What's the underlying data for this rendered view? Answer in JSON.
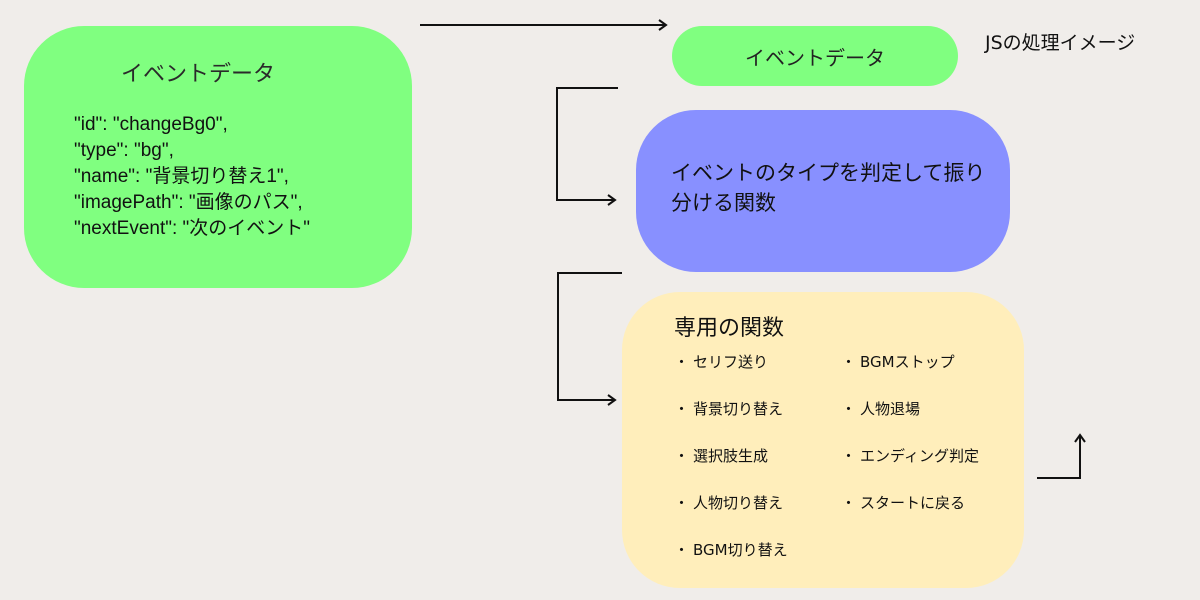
{
  "event_data_box": {
    "title": "イベントデータ",
    "lines": [
      "\"id\": \"changeBg0\",",
      "\"type\": \"bg\",",
      "\"name\": \"背景切り替え1\",",
      "\"imagePath\": \"画像のパス\",",
      "\"nextEvent\": \"次のイベント\""
    ]
  },
  "event_pill": {
    "label": "イベントデータ"
  },
  "js_label": "JSの処理イメージ",
  "dispatcher": {
    "text": "イベントのタイプを判定して振り分ける関数"
  },
  "functions": {
    "title": "専用の関数",
    "bullet": "・",
    "column1": [
      "セリフ送り",
      "背景切り替え",
      "選択肢生成",
      "人物切り替え",
      "BGM切り替え"
    ],
    "column2": [
      "BGMストップ",
      "人物退場",
      "エンディング判定",
      "スタートに戻る"
    ]
  },
  "colors": {
    "background": "#f0edea",
    "event_green": "#80ff80",
    "dispatcher_blue": "#8890ff",
    "functions_yellow": "#ffeebb",
    "line": "#111111"
  }
}
